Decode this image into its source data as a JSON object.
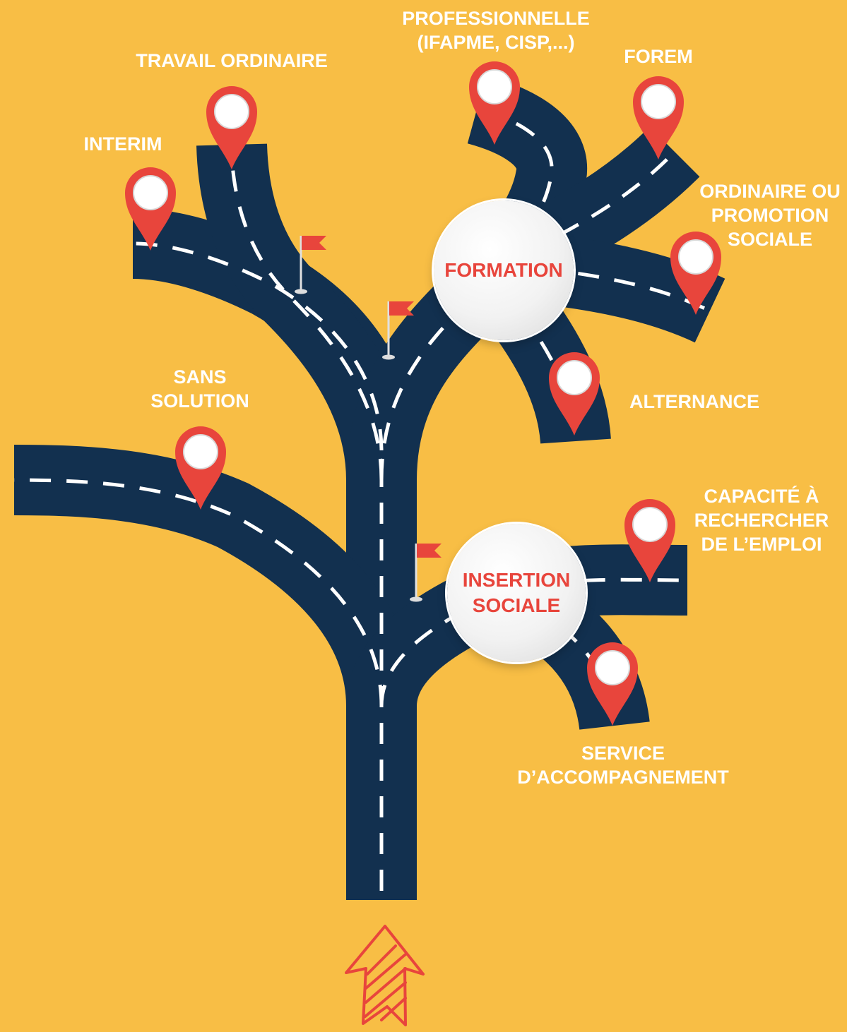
{
  "hubs": {
    "formation": {
      "label": "FORMATION"
    },
    "insertion": {
      "line1": "INSERTION",
      "line2": "SOCIALE"
    }
  },
  "labels": {
    "interim": "INTERIM",
    "travail_ordinaire": "TRAVAIL ORDINAIRE",
    "professionnelle": {
      "line1": "PROFESSIONNELLE",
      "line2": "(IFAPME, CISP,...)"
    },
    "forem": "FOREM",
    "ordinaire": {
      "line1": "ORDINAIRE OU",
      "line2": "PROMOTION",
      "line3": "SOCIALE"
    },
    "alternance": "ALTERNANCE",
    "sans_solution": {
      "line1": "SANS",
      "line2": "SOLUTION"
    },
    "capacite": {
      "line1": "CAPACITÉ À",
      "line2": "RECHERCHER",
      "line3": "DE L’EMPLOI"
    },
    "service": {
      "line1": "SERVICE",
      "line2": "D’ACCOMPAGNEMENT"
    }
  },
  "icons": {
    "pin": "map-pin-icon",
    "flag": "flag-icon",
    "arrow": "up-arrow-icon"
  },
  "colors": {
    "background": "#F8BE45",
    "road": "#12304F",
    "pin": "#E8453C",
    "flag": "#E8453C",
    "text": "#FFFFFF"
  }
}
